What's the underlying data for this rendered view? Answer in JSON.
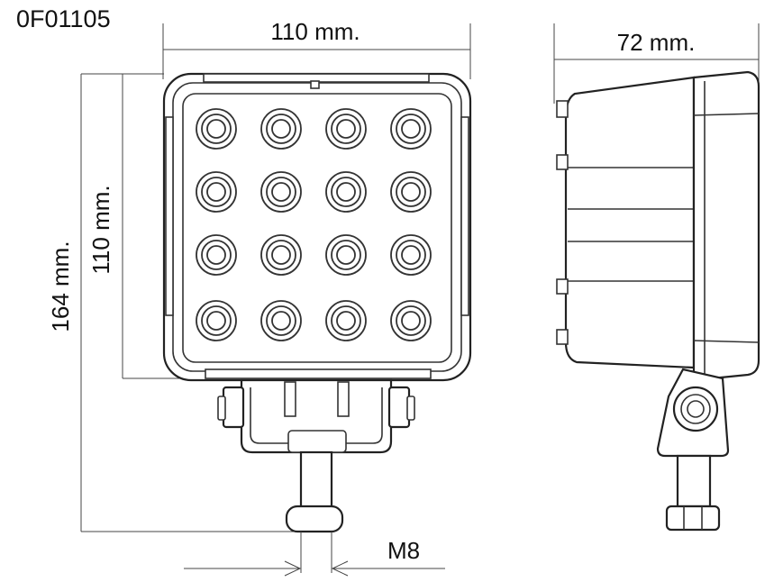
{
  "product_code": "0F01105",
  "dimensions": {
    "front_width": "110 mm.",
    "front_height_housing": "110 mm.",
    "total_height": "164 mm.",
    "side_depth": "72 mm.",
    "bolt_thread": "M8"
  },
  "led_grid": {
    "rows": 4,
    "cols": 4
  }
}
